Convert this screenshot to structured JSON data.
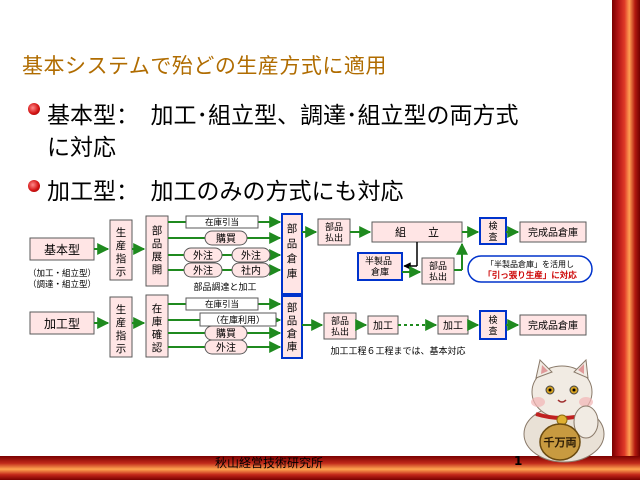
{
  "title": "基本システムで殆どの生産方式に適用",
  "bullets": [
    {
      "line1": "基本型：　加工･組立型、調達･組立型の両方式",
      "line2": "に対応"
    },
    {
      "line1": "加工型：　加工のみの方式にも対応",
      "line2": ""
    }
  ],
  "diagram": {
    "kihon": {
      "label": "基本型",
      "note1": "（加工・組立型）",
      "note2": "（調達・組立型）",
      "seisan_shiji": "生産指示",
      "buhin_tenkai": "部品展開",
      "zaiko_hikiate": "在庫引当",
      "kobai": "購買",
      "gaichu1": "外注",
      "gaichu2": "外注",
      "gaichu3": "外注",
      "shanai": "社内",
      "caption": "部品調達と加工",
      "buhin_soko": "部品倉庫",
      "buhin_harashutsu": "部品払出",
      "kumitate": "組　　立",
      "han_seihin_soko_1": "半製品",
      "han_seihin_soko_2": "倉庫",
      "buhin_harashutsu2": "部品払出",
      "kensa": "検査",
      "kansei_soko": "完成品倉庫",
      "callout_1": "「半製品倉庫」を活用し",
      "callout_2": "「引っ張り生産」に対応"
    },
    "kako": {
      "label": "加工型",
      "seisan_shiji": "生産指示",
      "zaiko_kakunin": "在庫確認",
      "zaiko_hikiate": "在庫引当",
      "zaiko_riyo": "（在庫利用）",
      "kobai": "購買",
      "gaichu": "外注",
      "buhin_soko": "部品倉庫",
      "buhin_harashutsu": "部品払出",
      "kako1": "加工",
      "kako2": "加工",
      "kensa": "検査",
      "kansei_soko": "完成品倉庫",
      "caption": "加工工程６工程までは、基本対応"
    }
  },
  "footer": "秋山経営技術研究所",
  "page_number": "1",
  "mascot_sign_text": "千万両",
  "colors": {
    "title": "#b06c00",
    "box_fill": "#ffe5e5",
    "box_border": "#5a5a5a",
    "blue_box": "#0033cc",
    "green_arrow": "#1f8a1f",
    "frame_red": "#b31515",
    "callout_text": "#cc0000"
  },
  "icons": [
    "red-bullet-icon",
    "maneki-neko-icon"
  ]
}
